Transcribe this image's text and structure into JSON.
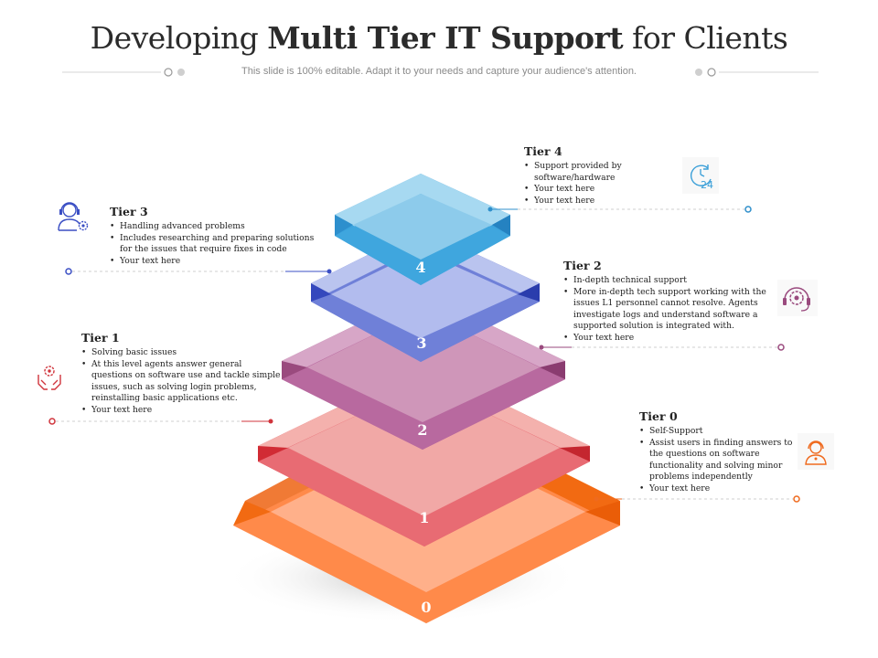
{
  "title": {
    "prefix": "Developing ",
    "bold": "Multi Tier IT Support",
    "suffix": " for Clients"
  },
  "subtitle": "This slide is 100% editable. Adapt it to your needs and capture your audience's attention.",
  "levels": [
    "0",
    "1",
    "2",
    "3",
    "4"
  ],
  "tiers": {
    "tier4": {
      "heading": "Tier 4",
      "bullets": [
        "Support provided by software/hardware",
        "Your text here",
        "Your text here"
      ],
      "icon": "clock-24-icon",
      "color": "#3a9fd8"
    },
    "tier3": {
      "heading": "Tier 3",
      "bullets": [
        "Handling advanced problems",
        "Includes researching and preparing solutions for the issues that require fixes in code",
        "Your text here"
      ],
      "icon": "support-agent-gear-icon",
      "color": "#3b4fc4"
    },
    "tier2": {
      "heading": "Tier 2",
      "bullets": [
        "In-depth technical support",
        "More in-depth tech support working with the issues L1 personnel cannot resolve. Agents investigate logs and understand software a supported solution is integrated with.",
        "Your text here"
      ],
      "icon": "headset-gear-icon",
      "color": "#9a4a7e"
    },
    "tier1": {
      "heading": "Tier 1",
      "bullets": [
        "Solving basic issues",
        "At this level agents answer general questions on software use and tackle simple issues, such as solving login problems, reinstalling basic applications etc.",
        "Your text here"
      ],
      "icon": "hands-gear-icon",
      "color": "#d0343c"
    },
    "tier0": {
      "heading": "Tier 0",
      "bullets": [
        "Self-Support",
        "Assist users in finding answers to the questions on software functionality and solving minor problems independently",
        "Your text here"
      ],
      "icon": "self-support-agent-icon",
      "color": "#ef6a1e"
    }
  }
}
